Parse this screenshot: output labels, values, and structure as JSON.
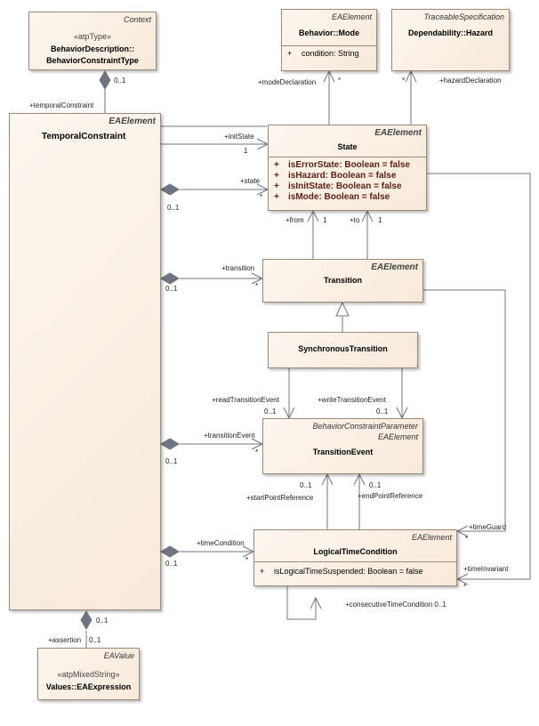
{
  "classes": {
    "context": {
      "stereotype": "Context",
      "inner_stereotype": "«atpType»",
      "name_line1": "BehaviorDescription::",
      "name_line2": "BehaviorConstraintType"
    },
    "mode": {
      "stereotype": "EAElement",
      "name": "Behavior::Mode",
      "attributes": [
        {
          "vis": "+",
          "text": "condition: String"
        }
      ]
    },
    "hazard": {
      "stereotype": "TraceableSpecification",
      "name": "Dependability::Hazard"
    },
    "temporal": {
      "stereotype": "EAElement",
      "name": "TemporalConstraint"
    },
    "state": {
      "stereotype": "EAElement",
      "name": "State",
      "attributes": [
        {
          "vis": "+",
          "text": "isErrorState: Boolean = false"
        },
        {
          "vis": "+",
          "text": "isHazard: Boolean = false"
        },
        {
          "vis": "+",
          "text": "isInitState: Boolean = false"
        },
        {
          "vis": "+",
          "text": "isMode: Boolean = false"
        }
      ]
    },
    "transition": {
      "stereotype": "EAElement",
      "name": "Transition"
    },
    "sync": {
      "name": "SynchronousTransition"
    },
    "event": {
      "stereotype1": "BehaviorConstraintParameter",
      "stereotype2": "EAElement",
      "name": "TransitionEvent"
    },
    "ltc": {
      "stereotype": "EAElement",
      "name": "LogicalTimeCondition",
      "attributes": [
        {
          "vis": "+",
          "text": "isLogicalTimeSuspended: Boolean = false"
        }
      ]
    },
    "eavalue": {
      "stereotype": "EAValue",
      "inner_stereotype": "«atpMixedString»",
      "name": "Values::EAExpression"
    }
  },
  "labels": {
    "ctx_mult": "0..1",
    "temporal_constraint": "+temporalConstraint",
    "mode_declaration": "+modeDeclaration",
    "mode_star": "*",
    "hazard_star": "*",
    "hazard_declaration": "+hazardDeclaration",
    "init_state": "+initState",
    "init_state_mult": "1",
    "state_role": "+state",
    "state_star": "*",
    "state_owner_mult": "0..1",
    "from": "+from",
    "from_mult": "1",
    "to": "+to",
    "to_mult": "1",
    "transition_role": "+transition",
    "transition_star": "*",
    "transition_owner_mult": "0..1",
    "read_event": "+readTransitionEvent",
    "read_mult": "0..1",
    "write_event": "+writeTransitionEvent",
    "write_mult": "0..1",
    "transition_event": "+transitionEvent",
    "event_star": "*",
    "event_owner_mult": "0..1",
    "start_mult": "0..1",
    "start_point": "+startPointReference",
    "end_mult": "0..1",
    "end_point": "+endPointReference",
    "time_guard": "+timeGuard",
    "time_guard_star": "*",
    "time_condition": "+timeCondition",
    "time_condition_star": "*",
    "time_condition_owner_mult": "0..1",
    "time_invariant": "+timeInvariant",
    "time_invariant_star": "*",
    "consecutive": "+consecutiveTimeCondition 0..1",
    "assertion_owner_mult": "0..1",
    "assertion": "+assertion",
    "assertion_mult": "0..1"
  }
}
